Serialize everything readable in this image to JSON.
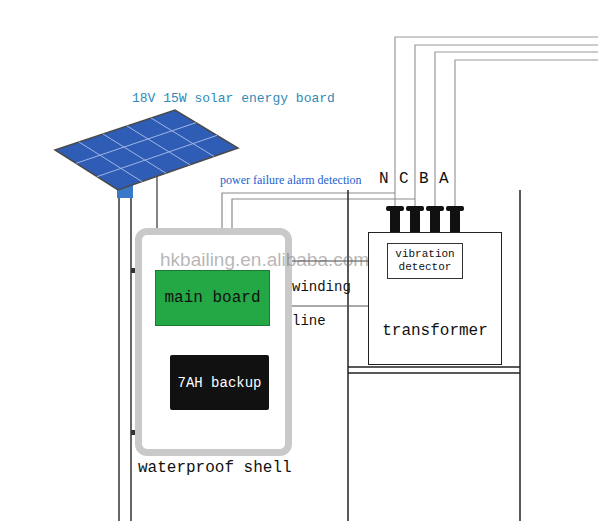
{
  "diagram": {
    "nodes": [
      {
        "text": [
          "waterproof shell"
        ]
      },
      {
        "text": [
          "main board"
        ],
        "in": 0
      },
      {
        "text": [
          "7AH backup"
        ],
        "in": 0
      },
      {
        "text": [
          "transformer"
        ]
      },
      {
        "text": [
          "vibration detector"
        ],
        "in": 3
      }
    ],
    "edges": [
      {
        "from": 1,
        "to": 2,
        "arrow": "none"
      },
      {
        "from": 1,
        "to": 4,
        "label": "winding line",
        "arrow": "none"
      }
    ],
    "labels": [
      "18V 15W solar energy board",
      "power failure alarm detection",
      "N",
      "C",
      "B",
      "A",
      "hkbailing.en.alibaba.com"
    ]
  }
}
